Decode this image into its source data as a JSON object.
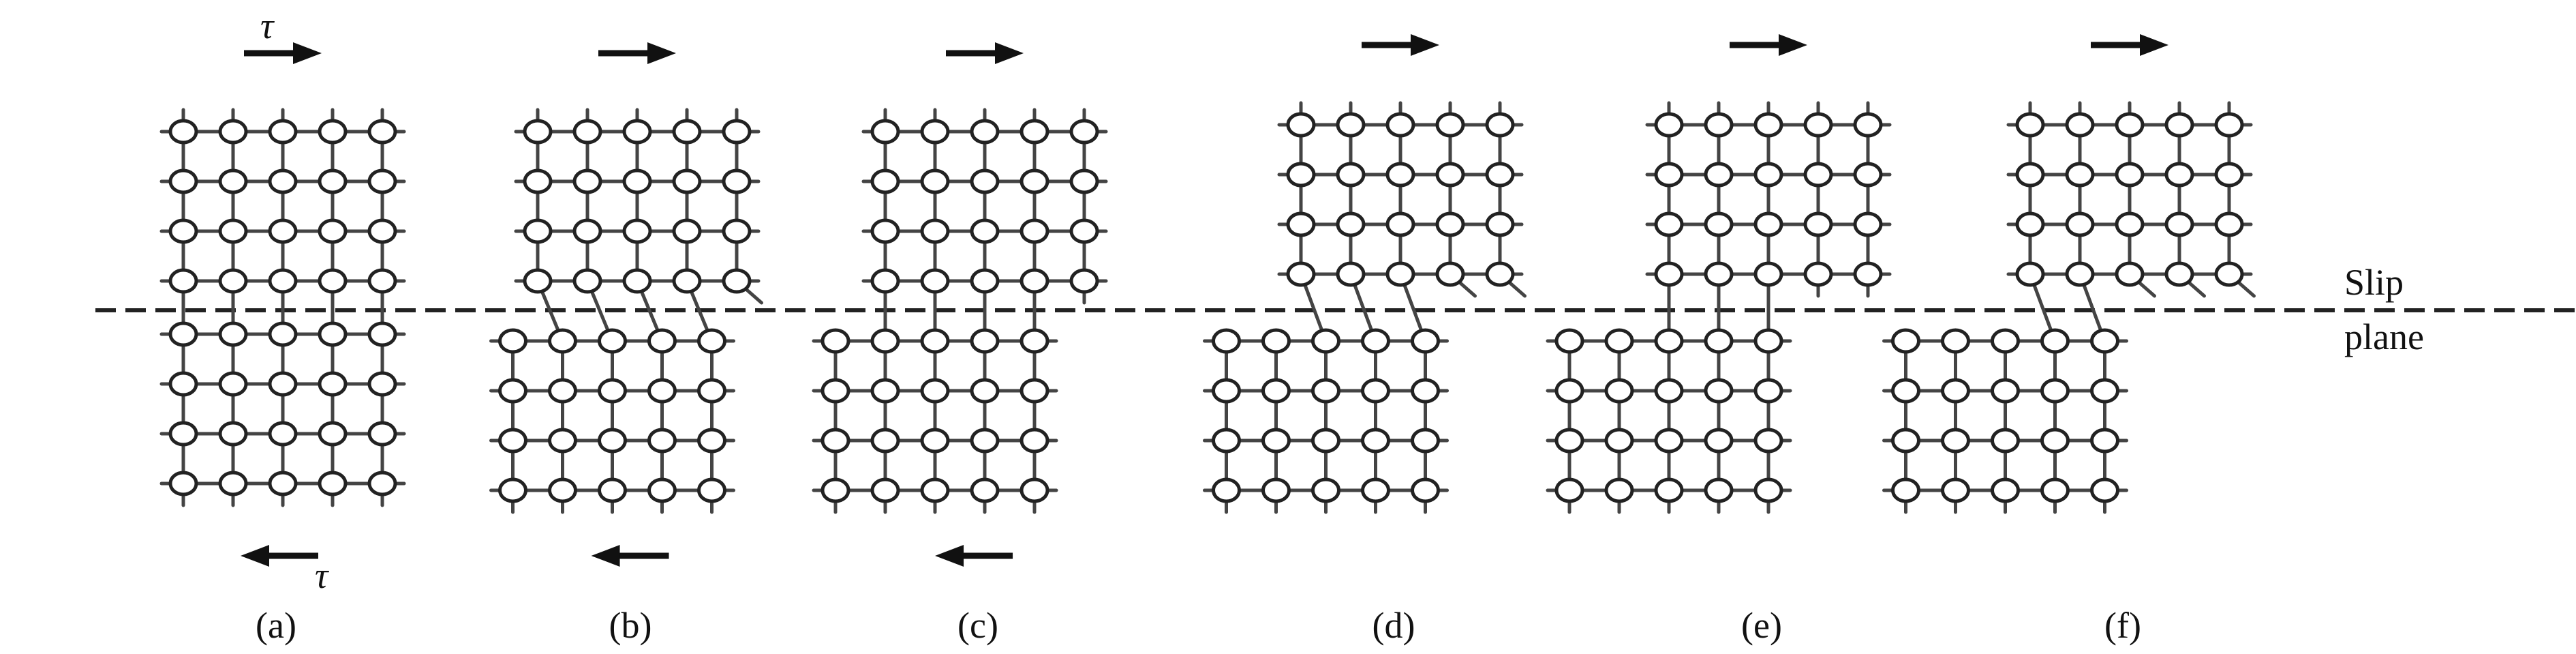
{
  "panels": [
    {
      "label": "(a)",
      "stage": 0,
      "top_arrow": true,
      "bottom_arrow": true
    },
    {
      "label": "(b)",
      "stage": 1,
      "top_arrow": true,
      "bottom_arrow": true
    },
    {
      "label": "(c)",
      "stage": 2,
      "top_arrow": true,
      "bottom_arrow": true
    },
    {
      "label": "(d)",
      "stage": 3,
      "top_arrow": true,
      "bottom_arrow": false
    },
    {
      "label": "(e)",
      "stage": 4,
      "top_arrow": true,
      "bottom_arrow": false
    },
    {
      "label": "(f)",
      "stage": 5,
      "top_arrow": true,
      "bottom_arrow": false
    }
  ],
  "stress_symbol_top": "τ",
  "stress_symbol_bottom": "τ",
  "slip_plane_label_line1": "Slip",
  "slip_plane_label_line2": "plane",
  "lattice": {
    "columns": 5,
    "rows_above": 4,
    "rows_below": 4
  },
  "colors": {
    "atom_fill": "#ffffff",
    "atom_stroke": "#222222",
    "bond": "#444444",
    "ink": "#111111"
  }
}
